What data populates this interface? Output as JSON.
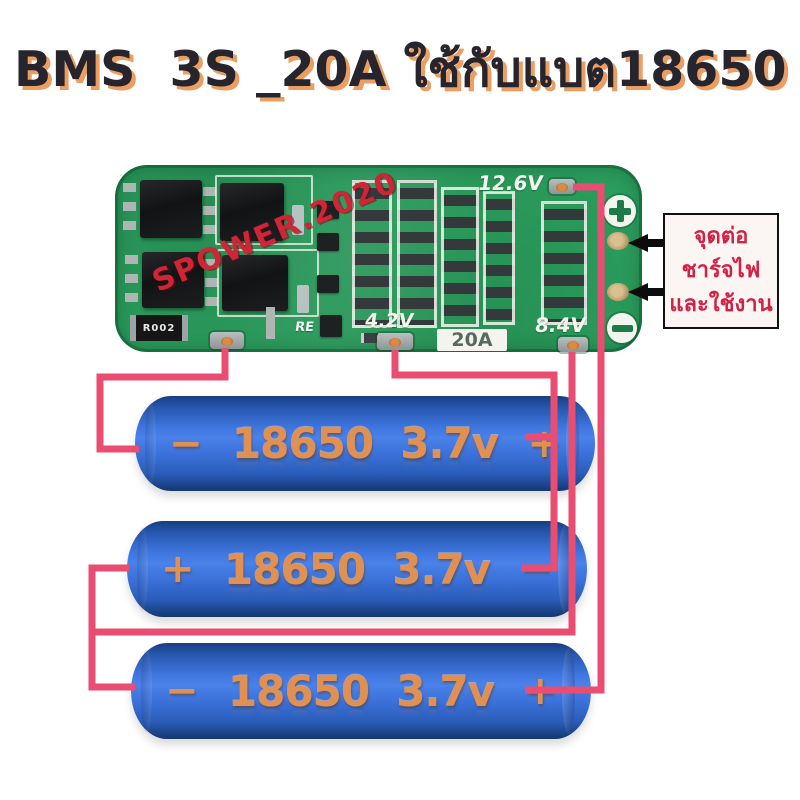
{
  "title": "BMS  3S _20A ใช้กับแบต18650",
  "board": {
    "watermark": "SPOWER.2020",
    "voltage_top": "12.6V",
    "voltage_cell1": "4.2V",
    "voltage_cell2": "8.4V",
    "current_label": "20A",
    "shunt_label": "R002",
    "silk_label": "RE"
  },
  "annotation": {
    "line1": "จุดต่อ",
    "line2": "ชาร์จไฟ",
    "line3": "และใช้งาน"
  },
  "batteries": [
    {
      "left": "−",
      "label": "18650  3.7v",
      "right": "+"
    },
    {
      "left": "+",
      "label": "18650  3.7v",
      "right": "−"
    },
    {
      "left": "−",
      "label": "18650  3.7v",
      "right": "+"
    }
  ],
  "colors": {
    "wire": "#e94d71",
    "pcb_green": "#2a9c5c",
    "battery_blue": "#3a72da",
    "battery_text": "#e09050",
    "title_text": "#26242c",
    "title_shadow": "#ec9e62",
    "annotation_text": "#d32045",
    "watermark_red": "#cf2535",
    "silkscreen": "#f3f5ee",
    "arrow_black": "#0c0c0c"
  }
}
